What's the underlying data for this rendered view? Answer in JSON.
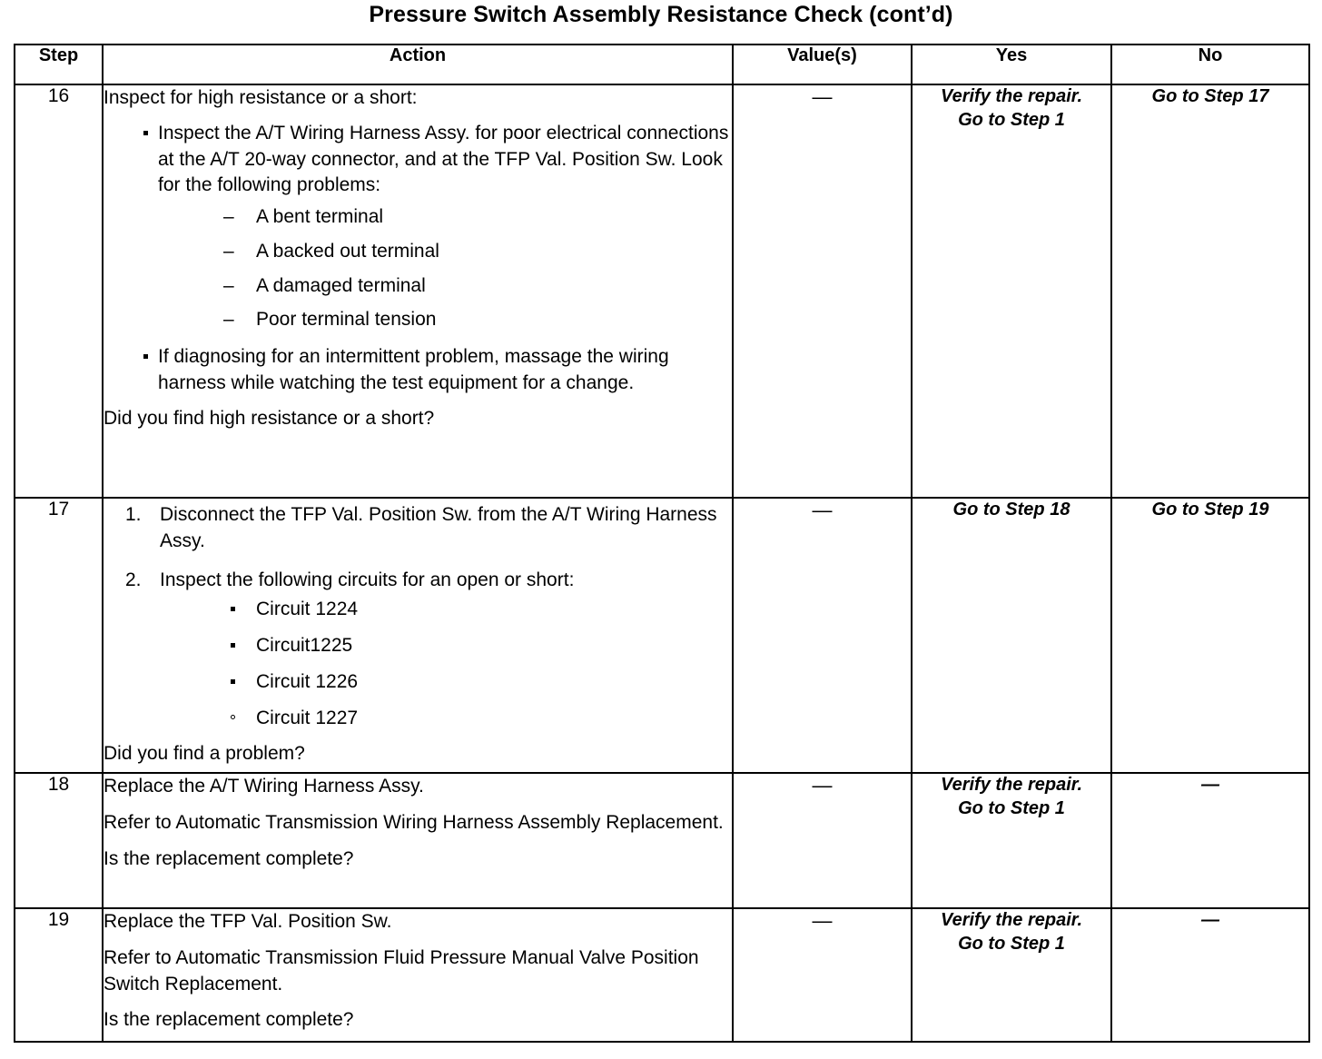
{
  "document": {
    "title": "Pressure Switch Assembly Resistance Check (cont’d)"
  },
  "table": {
    "headers": {
      "step": "Step",
      "action": "Action",
      "value": "Value(s)",
      "yes": "Yes",
      "no": "No"
    },
    "rows": [
      {
        "step": "16",
        "action": {
          "intro": "Inspect for high resistance or a short:",
          "bullets": [
            "Inspect the A/T Wiring Harness Assy. for poor electrical connections at the A/T 20-way connector, and at the TFP Val. Position Sw. Look for the following problems:",
            "If diagnosing for an intermittent problem, massage the wiring harness while watching the test equipment for a change."
          ],
          "dash_items": [
            "A bent terminal",
            "A backed out terminal",
            "A damaged terminal",
            "Poor terminal tension"
          ],
          "dash_mark": "–",
          "question": "Did you find high resistance or a short?"
        },
        "value": "—",
        "yes_line1": "Verify the repair.",
        "yes_line2": "Go to Step 1",
        "no_line1": "Go to Step 17",
        "no_line2": ""
      },
      {
        "step": "17",
        "action": {
          "numbered": [
            {
              "num": "1.",
              "text": "Disconnect the TFP Val. Position Sw. from the A/T Wiring Harness Assy."
            },
            {
              "num": "2.",
              "text": "Inspect the following circuits for an open or short:"
            }
          ],
          "circuits": [
            {
              "label": "Circuit 1224",
              "marker": "square"
            },
            {
              "label": "Circuit1225",
              "marker": "square"
            },
            {
              "label": "Circuit 1226",
              "marker": "square"
            },
            {
              "label": "Circuit 1227",
              "marker": "hollow"
            }
          ],
          "question": "Did you find a problem?"
        },
        "value": "—",
        "yes_line1": "",
        "yes_line2": "Go to Step 18",
        "no_line1": "",
        "no_line2": "Go to Step 19"
      },
      {
        "step": "18",
        "action": {
          "lines": [
            "Replace the A/T Wiring Harness Assy.",
            "Refer to Automatic Transmission Wiring Harness Assembly Replacement.",
            "Is the replacement complete?"
          ]
        },
        "value": "—",
        "yes_line1": "Verify the repair.",
        "yes_line2": "Go to Step 1",
        "no_line1": "",
        "no_line2": "—"
      },
      {
        "step": "19",
        "action": {
          "lines": [
            "Replace the TFP Val. Position Sw.",
            "Refer to Automatic Transmission Fluid Pressure Manual Valve Position Switch Replacement.",
            "Is the replacement complete?"
          ]
        },
        "value": "—",
        "yes_line1": "Verify the repair.",
        "yes_line2": "Go to Step 1",
        "no_line1": "",
        "no_line2": "—"
      }
    ]
  }
}
